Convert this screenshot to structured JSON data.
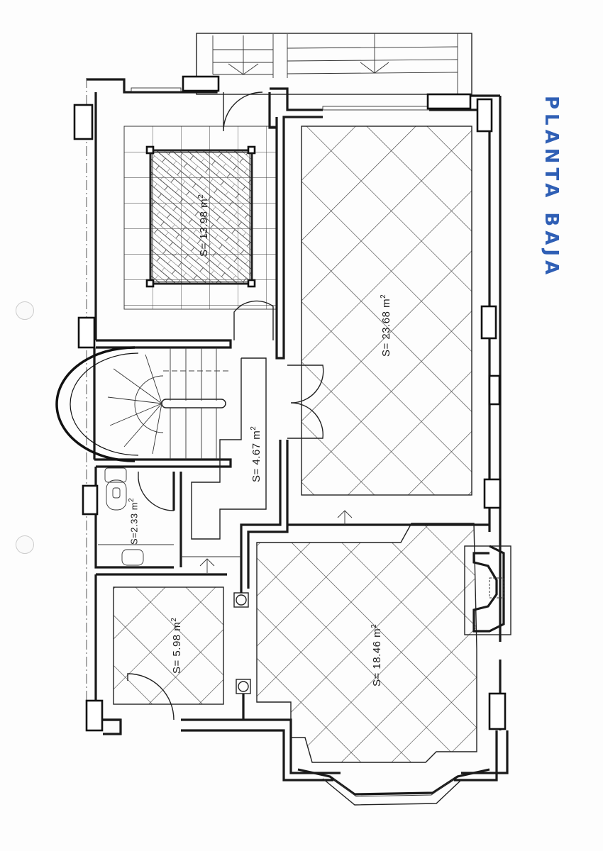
{
  "document": {
    "title": "PLANTA BAJA",
    "type": "architectural floor plan (ground floor)"
  },
  "rooms": [
    {
      "id": "living-top",
      "label_prefix": "S=",
      "area": "13.98",
      "unit": "m",
      "exp": "2",
      "floor": "herringbone"
    },
    {
      "id": "living-main",
      "label_prefix": "S=",
      "area": "23.68",
      "unit": "m",
      "exp": "2",
      "floor": "diagonal tile"
    },
    {
      "id": "hall",
      "label_prefix": "S=",
      "area": "4.67",
      "unit": "m",
      "exp": "2",
      "floor": "plain"
    },
    {
      "id": "toilet",
      "label_prefix": "S=",
      "area": "2.33",
      "unit": "m",
      "exp": "2",
      "floor": "plain"
    },
    {
      "id": "kitchen",
      "label_prefix": "S=",
      "area": "5.98",
      "unit": "m",
      "exp": "2",
      "floor": "diagonal tile"
    },
    {
      "id": "dining",
      "label_prefix": "S=",
      "area": "18.46",
      "unit": "m",
      "exp": "2",
      "floor": "diagonal tile"
    }
  ],
  "colors": {
    "ink": "#1a1a1a",
    "handwriting": "#2f5fb5",
    "paper": "#fdfdfd"
  }
}
